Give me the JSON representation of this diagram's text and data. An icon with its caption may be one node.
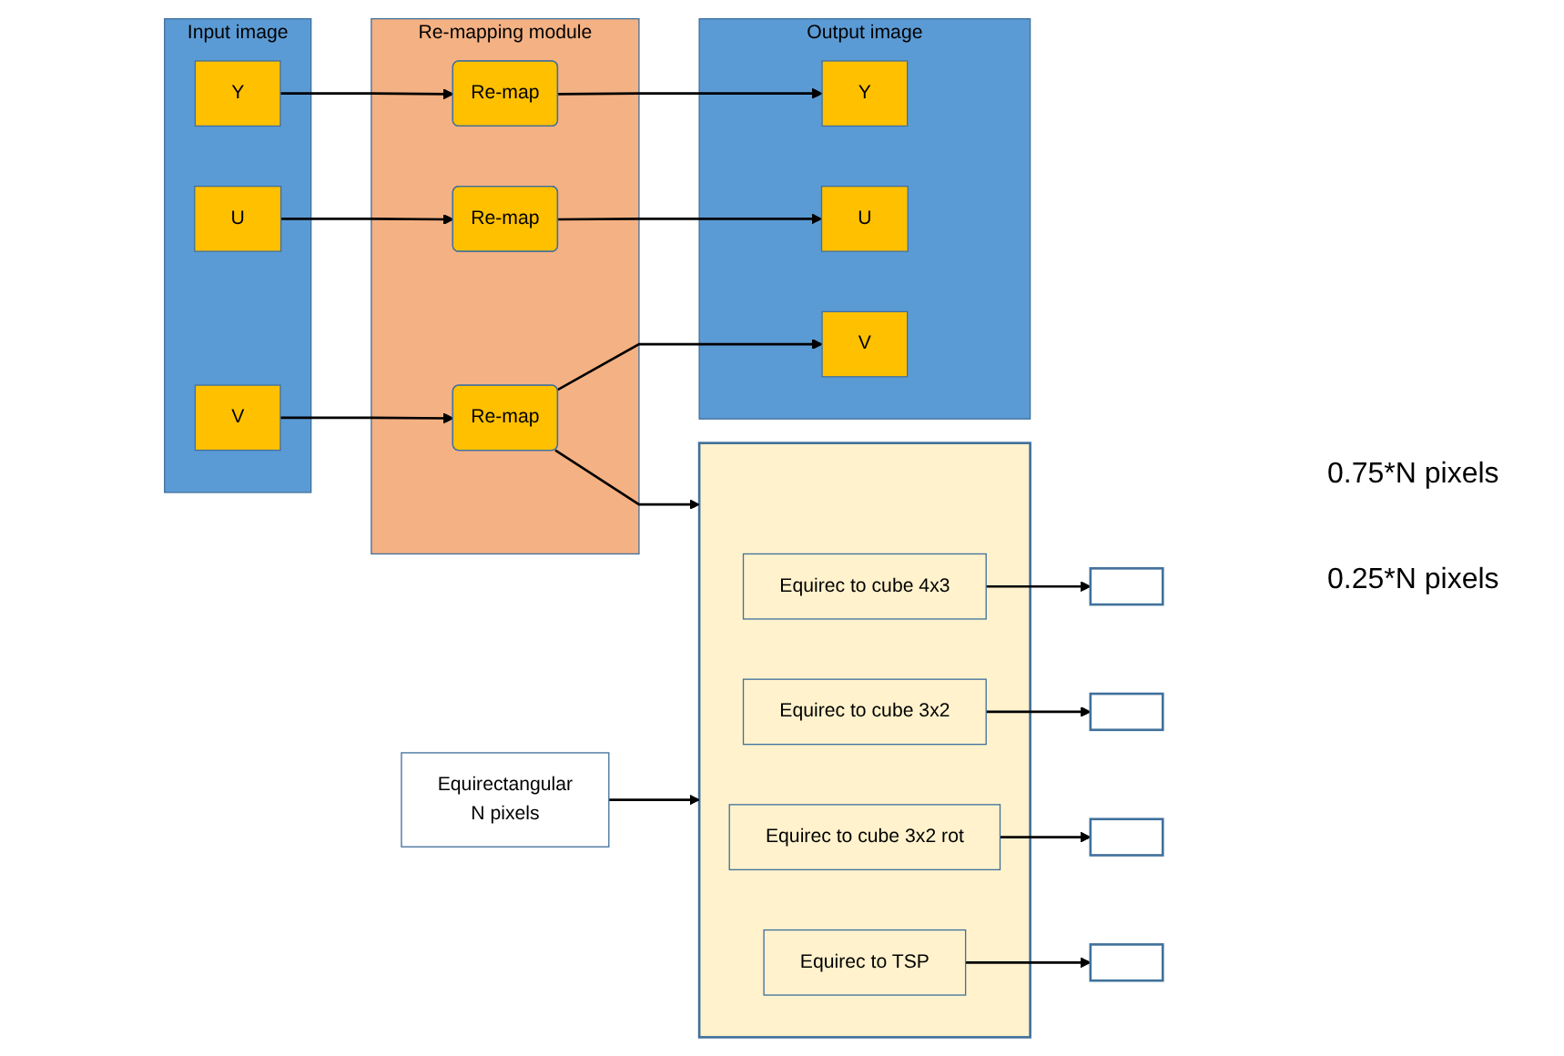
{
  "diagram": {
    "nodes": [
      {
        "text": [
          "Input image"
        ]
      },
      {
        "text": [
          "Y"
        ],
        "in": 0
      },
      {
        "text": [
          "U"
        ],
        "in": 0
      },
      {
        "text": [
          "V"
        ],
        "in": 0
      },
      {
        "text": [
          "Re-mapping module"
        ]
      },
      {
        "text": [
          "Re-map"
        ],
        "in": 4
      },
      {
        "text": [
          "Re-map"
        ],
        "in": 4
      },
      {
        "text": [
          "Re-map"
        ],
        "in": 4
      },
      {
        "text": [
          "Output image"
        ]
      },
      {
        "text": [
          "Y"
        ],
        "in": 8
      },
      {
        "text": [
          "U"
        ],
        "in": 8
      },
      {
        "text": [
          "V"
        ],
        "in": 8
      },
      {
        "text": [
          "Equirectangular",
          "N pixels"
        ]
      },
      {
        "text": [],
        "shape": "box"
      },
      {
        "text": [
          "Equirec to cube 4x3"
        ],
        "in": 13
      },
      {
        "text": [
          "Equirec to cube 3x2"
        ],
        "in": 13
      },
      {
        "text": [
          "Equirec to cube 3x2 rot"
        ],
        "in": 13
      },
      {
        "text": [
          "Equirec to TSP"
        ],
        "in": 13
      },
      {
        "text": [],
        "shape": "box"
      },
      {
        "text": [],
        "shape": "box"
      },
      {
        "text": [],
        "shape": "box"
      },
      {
        "text": [],
        "shape": "box"
      }
    ],
    "edges": [
      {
        "from": 1,
        "to": 5,
        "arrow": "to"
      },
      {
        "from": 2,
        "to": 6,
        "arrow": "to"
      },
      {
        "from": 3,
        "to": 7,
        "arrow": "to"
      },
      {
        "from": 5,
        "to": 9,
        "arrow": "to"
      },
      {
        "from": 6,
        "to": 10,
        "arrow": "to"
      },
      {
        "from": 7,
        "to": 11,
        "arrow": "to"
      },
      {
        "from": 7,
        "to": 13,
        "arrow": "to"
      },
      {
        "from": 12,
        "to": 13,
        "arrow": "to"
      },
      {
        "from": 14,
        "to": 18,
        "arrow": "to"
      },
      {
        "from": 15,
        "to": 19,
        "arrow": "to"
      },
      {
        "from": 16,
        "to": 20,
        "arrow": "to"
      },
      {
        "from": 17,
        "to": 21,
        "arrow": "to"
      }
    ],
    "labels": [
      "0.75*N pixels",
      "0.25*N pixels"
    ]
  }
}
